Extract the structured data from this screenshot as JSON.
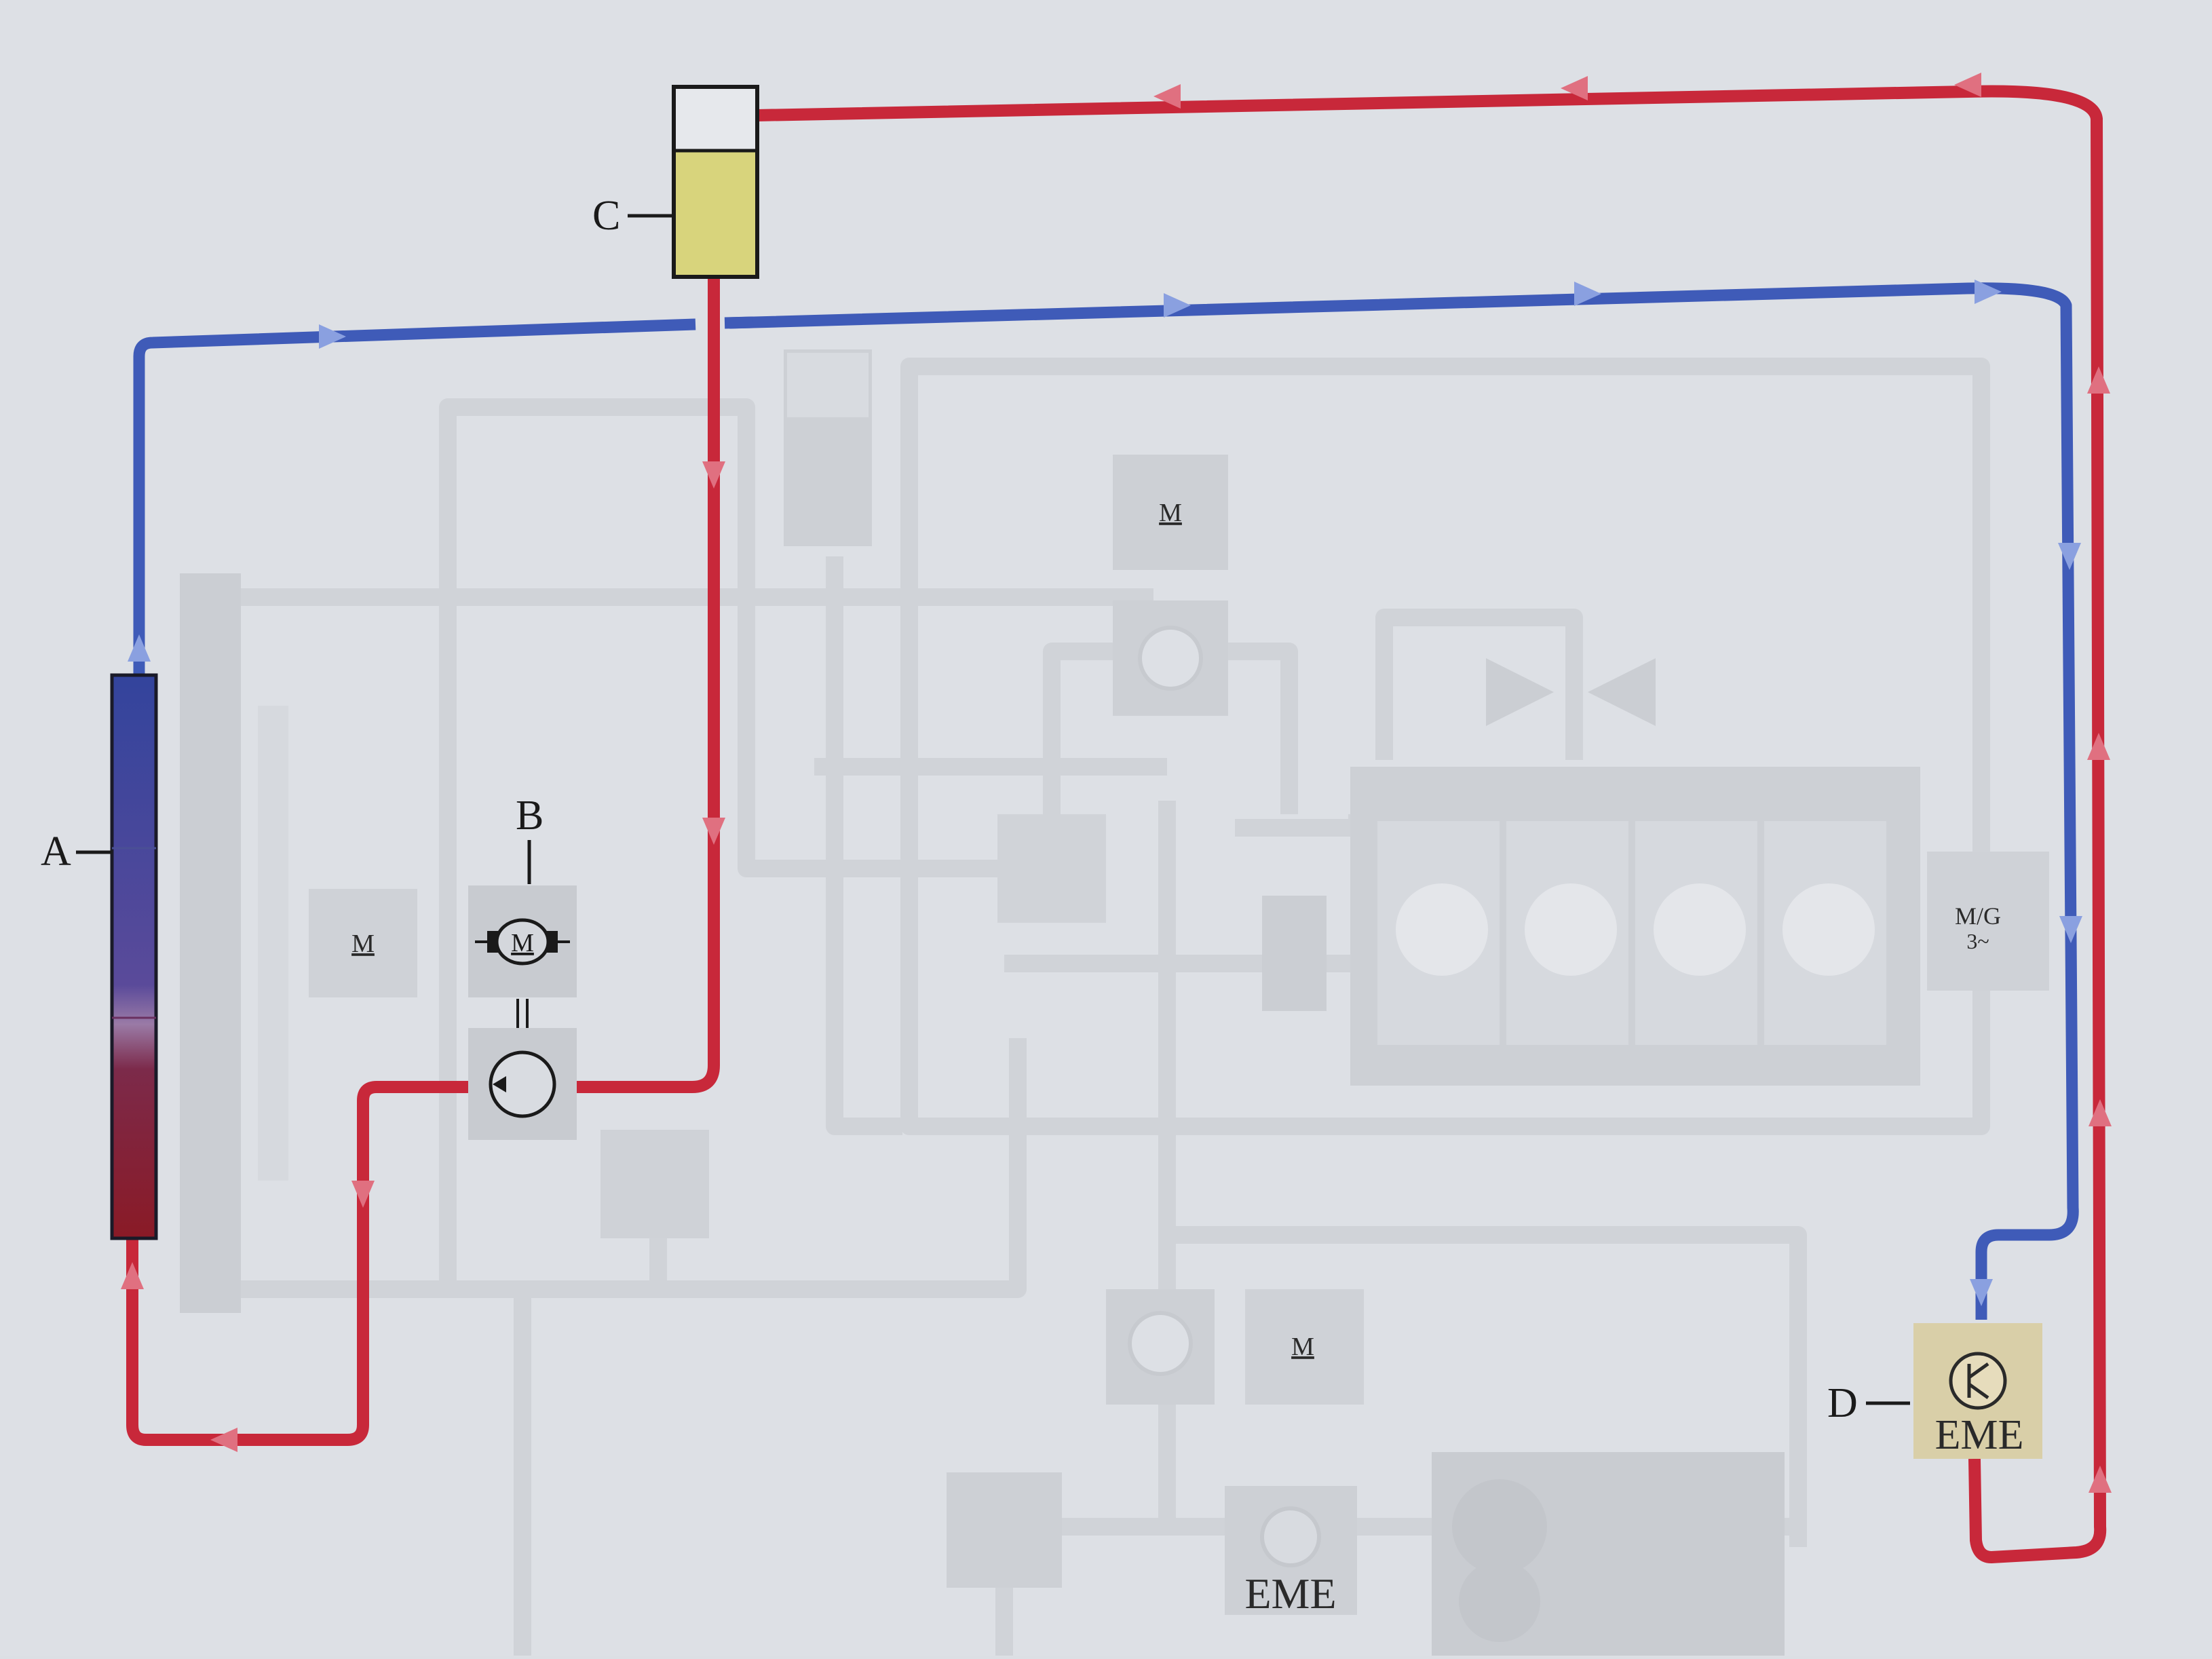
{
  "labels": {
    "a": "A",
    "b": "B",
    "c": "C",
    "d": "D"
  },
  "component_text": {
    "pump_motor": "M",
    "fan_motor": "M",
    "top_motor": "M",
    "bottom_motor": "M",
    "mg_line1": "M/G",
    "mg_line2": "3~",
    "eme_main": "EME",
    "eme_bottom": "EME"
  },
  "colors": {
    "hot_line": "#c8283a",
    "cold_line": "#3f5bb8",
    "reservoir_fluid": "#d8d47c",
    "eme_box": "#d9cfa8",
    "ghost_pipe": "#d2d5da",
    "ghost_box": "#cfd2d7"
  }
}
